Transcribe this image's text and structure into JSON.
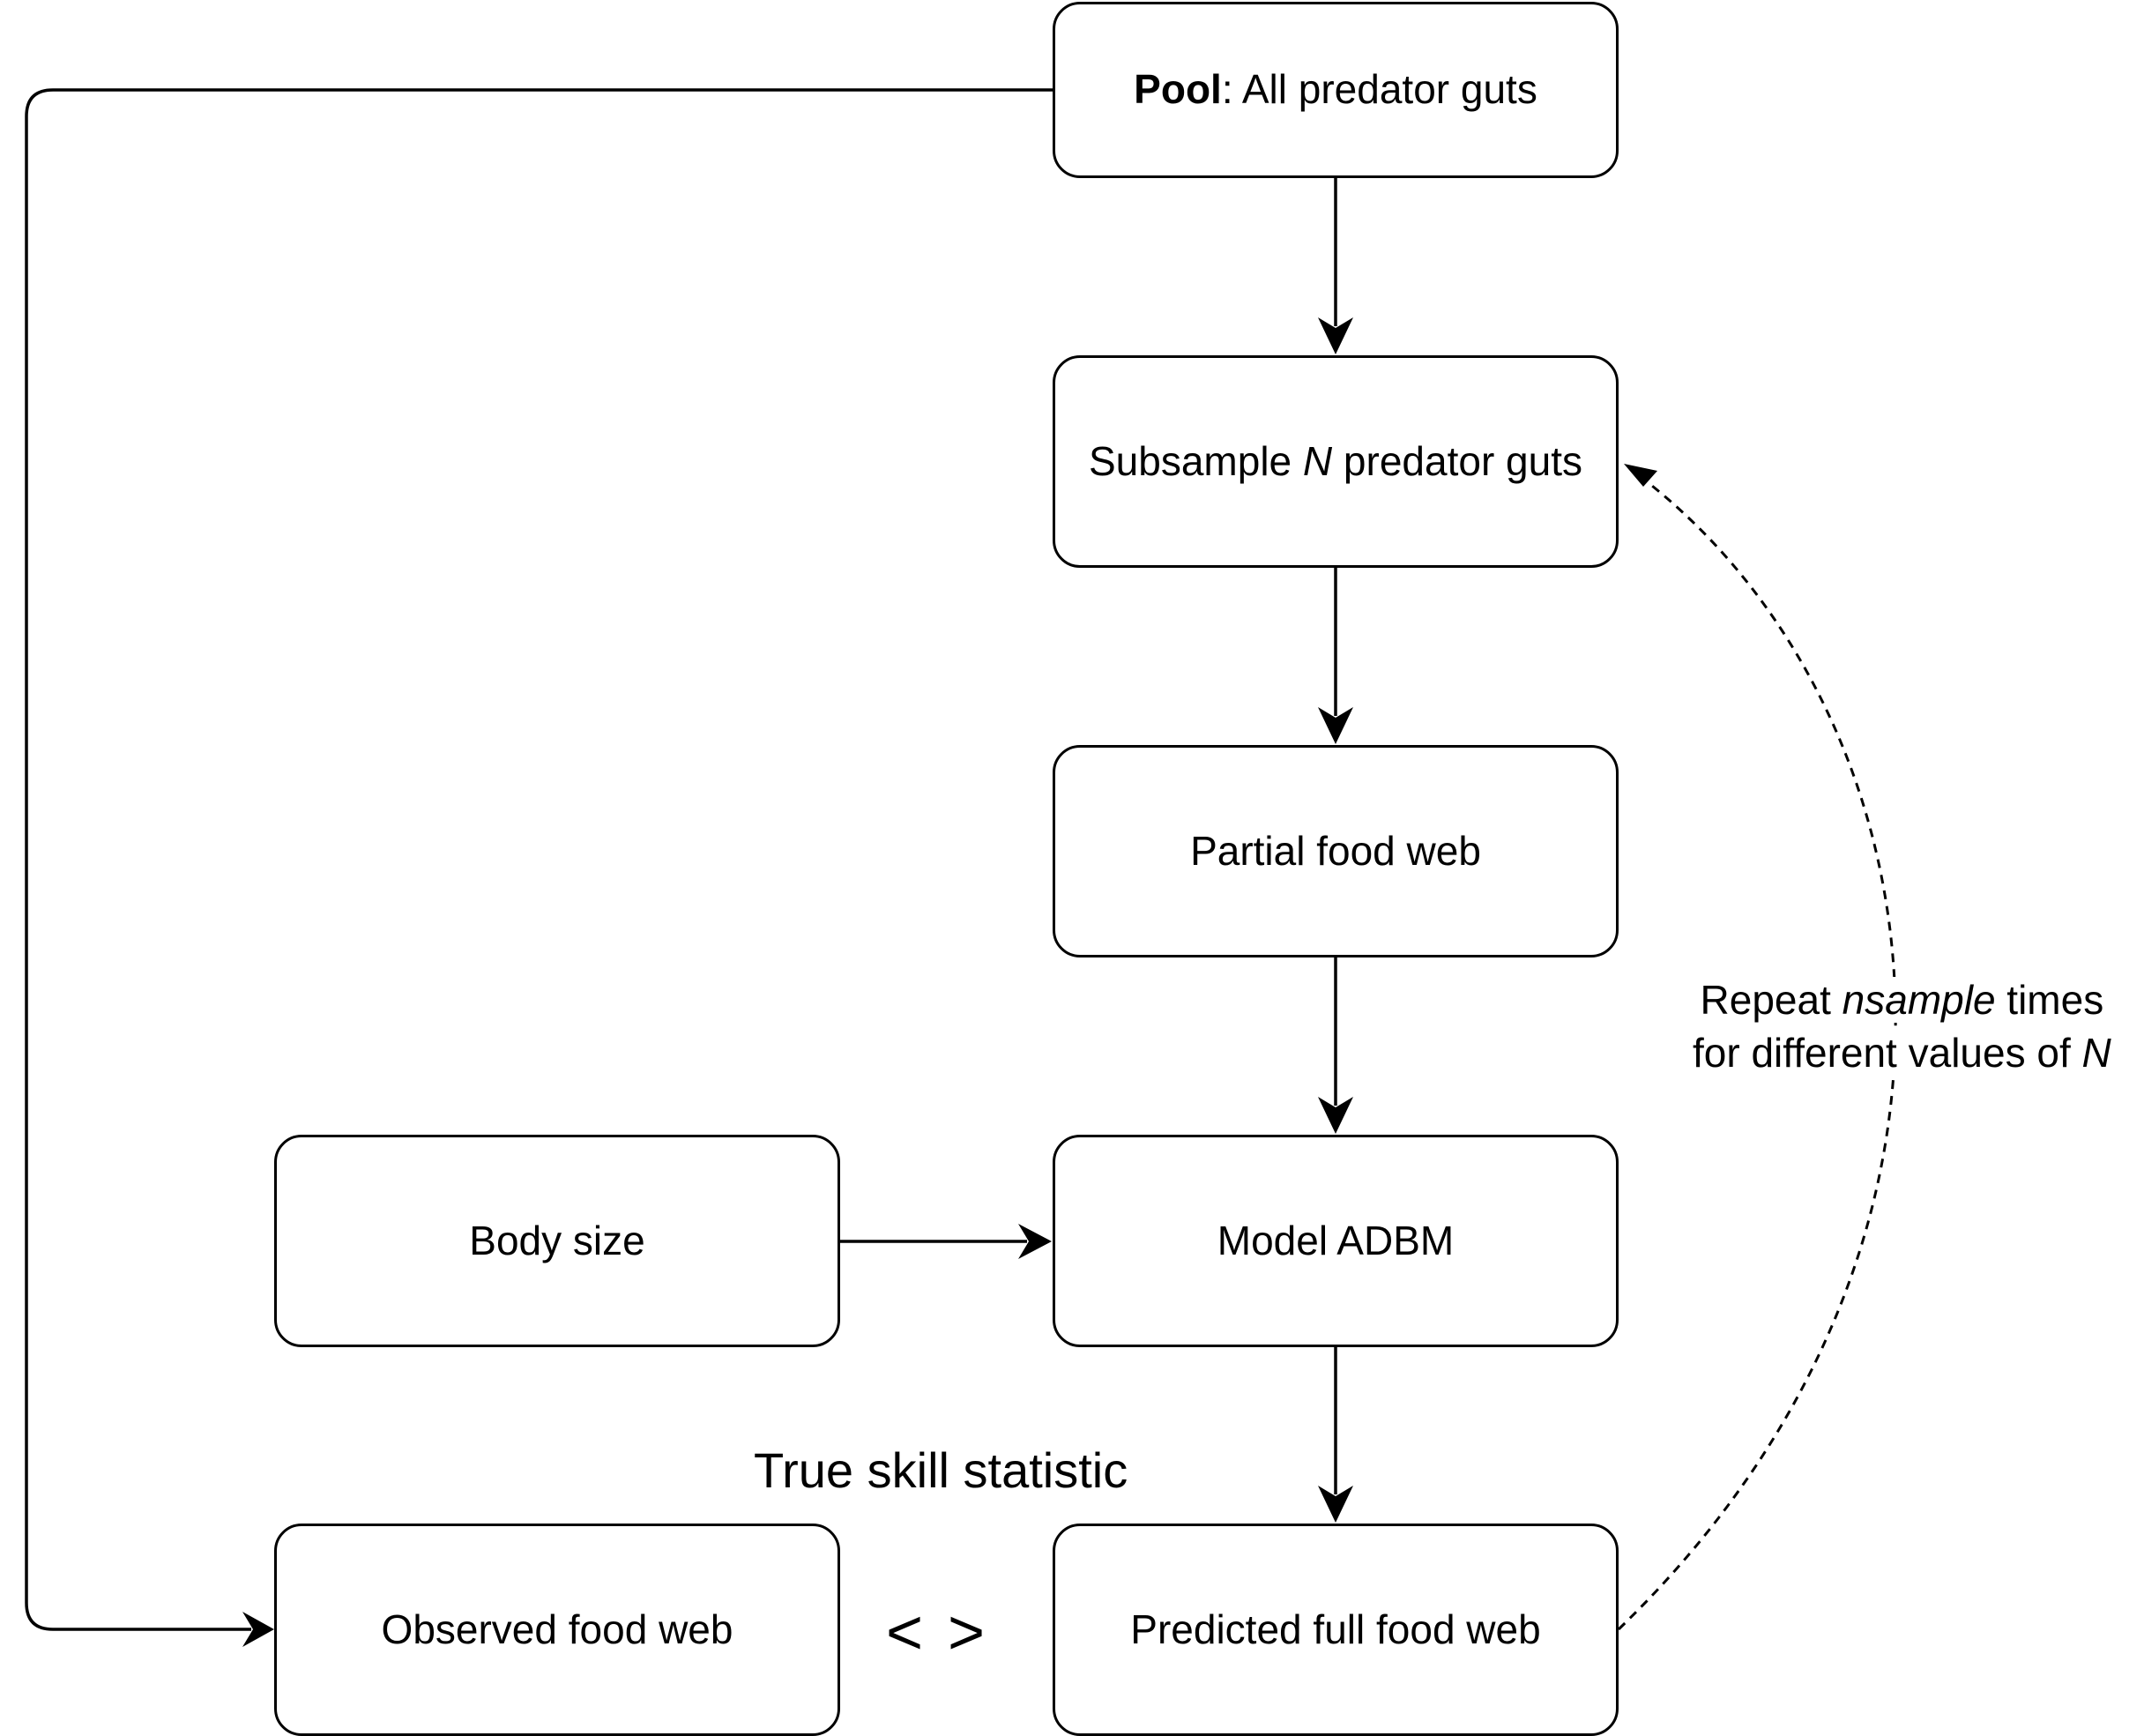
{
  "nodes": {
    "pool": {
      "bold": "Pool",
      "rest": ": All predator guts"
    },
    "subsample": {
      "pre": "Subsample ",
      "italic": "N",
      "post": " predator guts"
    },
    "partial": {
      "label": "Partial food web"
    },
    "model": {
      "label": "Model ADBM"
    },
    "body_size": {
      "label": "Body size"
    },
    "predicted": {
      "label": "Predicted full food web"
    },
    "observed": {
      "label": "Observed food web"
    }
  },
  "labels": {
    "tss": "True skill statistic",
    "compare": "< >",
    "repeat_line1_pre": "Repeat ",
    "repeat_line1_italic": "nsample",
    "repeat_line1_post": " times",
    "repeat_line2_pre": "for different values of ",
    "repeat_line2_italic": "N"
  },
  "colors": {
    "stroke": "#000000",
    "background": "#ffffff"
  }
}
